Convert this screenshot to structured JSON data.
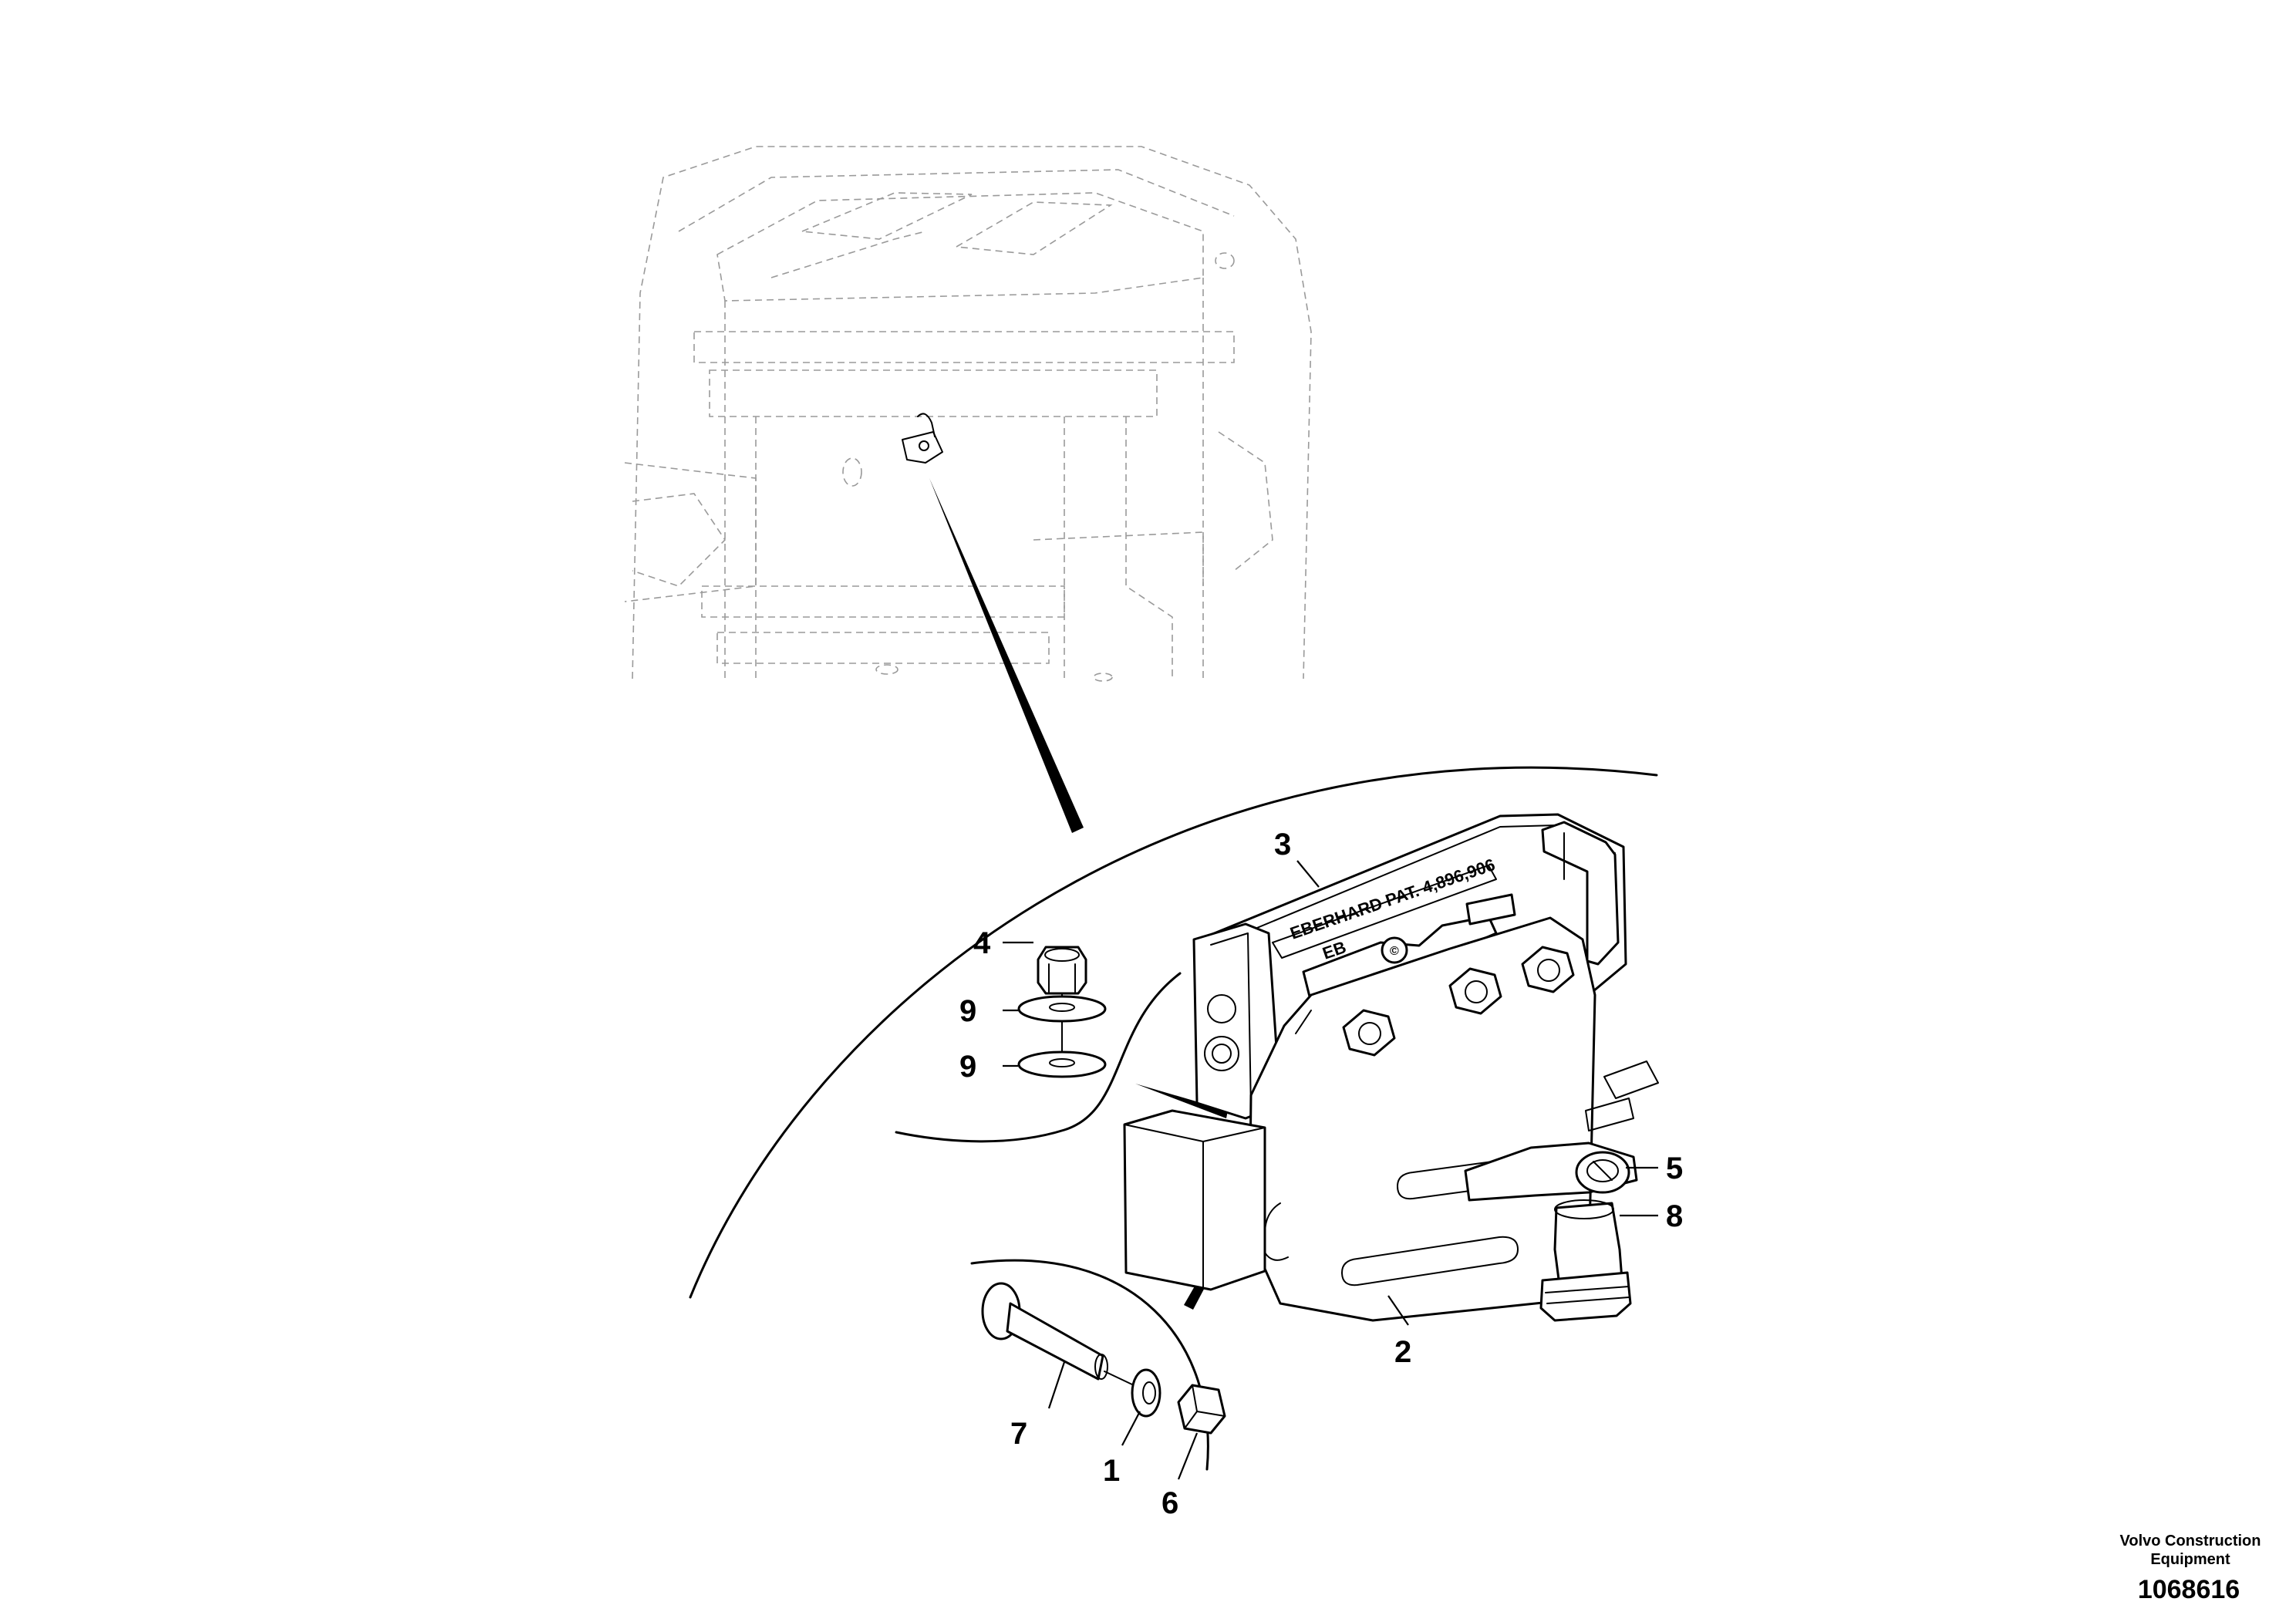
{
  "callouts": [
    {
      "id": "3",
      "text": "3"
    },
    {
      "id": "4",
      "text": "4"
    },
    {
      "id": "9a",
      "text": "9"
    },
    {
      "id": "9b",
      "text": "9"
    },
    {
      "id": "5",
      "text": "5"
    },
    {
      "id": "8",
      "text": "8"
    },
    {
      "id": "2",
      "text": "2"
    },
    {
      "id": "7",
      "text": "7"
    },
    {
      "id": "1",
      "text": "1"
    },
    {
      "id": "6",
      "text": "6"
    }
  ],
  "latch_marking": "EBERHARD PAT. 4,896,906",
  "latch_marking_short": "EB",
  "brand": {
    "line1": "Volvo Construction",
    "line2": "Equipment"
  },
  "figure_number": "1068616"
}
